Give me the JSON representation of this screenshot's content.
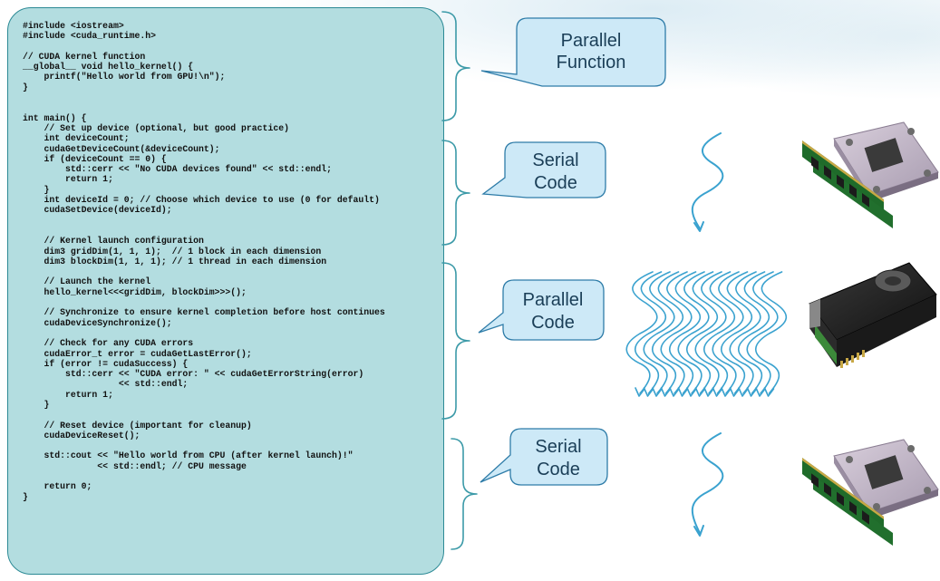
{
  "code_lines": [
    "#include <iostream>",
    "#include <cuda_runtime.h>",
    "",
    "// CUDA kernel function",
    "__global__ void hello_kernel() {",
    "    printf(\"Hello world from GPU!\\n\");",
    "}",
    "",
    "",
    "int main() {",
    "    // Set up device (optional, but good practice)",
    "    int deviceCount;",
    "    cudaGetDeviceCount(&deviceCount);",
    "    if (deviceCount == 0) {",
    "        std::cerr << \"No CUDA devices found\" << std::endl;",
    "        return 1;",
    "    }",
    "    int deviceId = 0; // Choose which device to use (0 for default)",
    "    cudaSetDevice(deviceId);",
    "",
    "",
    "    // Kernel launch configuration",
    "    dim3 gridDim(1, 1, 1);  // 1 block in each dimension",
    "    dim3 blockDim(1, 1, 1); // 1 thread in each dimension",
    "",
    "    // Launch the kernel",
    "    hello_kernel<<<gridDim, blockDim>>>();",
    "",
    "    // Synchronize to ensure kernel completion before host continues",
    "    cudaDeviceSynchronize();",
    "",
    "    // Check for any CUDA errors",
    "    cudaError_t error = cudaGetLastError();",
    "    if (error != cudaSuccess) {",
    "        std::cerr << \"CUDA error: \" << cudaGetErrorString(error)",
    "                  << std::endl;",
    "        return 1;",
    "    }",
    "",
    "    // Reset device (important for cleanup)",
    "    cudaDeviceReset();",
    "",
    "    std::cout << \"Hello world from CPU (after kernel launch)!\"",
    "              << std::endl; // CPU message",
    "",
    "    return 0;",
    "}"
  ],
  "callouts": {
    "parallel_function": {
      "line1": "Parallel",
      "line2": "Function"
    },
    "serial_code_1": {
      "line1": "Serial",
      "line2": "Code"
    },
    "parallel_code": {
      "line1": "Parallel",
      "line2": "Code"
    },
    "serial_code_2": {
      "line1": "Serial",
      "line2": "Code"
    }
  },
  "colors": {
    "code_panel_fill": "#b3dde0",
    "code_panel_border": "#2c8a95",
    "callout_fill": "#cde9f7",
    "callout_border": "#2e7ca8",
    "callout_text": "#1a3e57",
    "bracket": "#3c9aa8",
    "thread_arrow": "#3aa2cf"
  },
  "icons": [
    "cpu-memory-icon",
    "gpu-card-icon",
    "cpu-memory-icon"
  ]
}
